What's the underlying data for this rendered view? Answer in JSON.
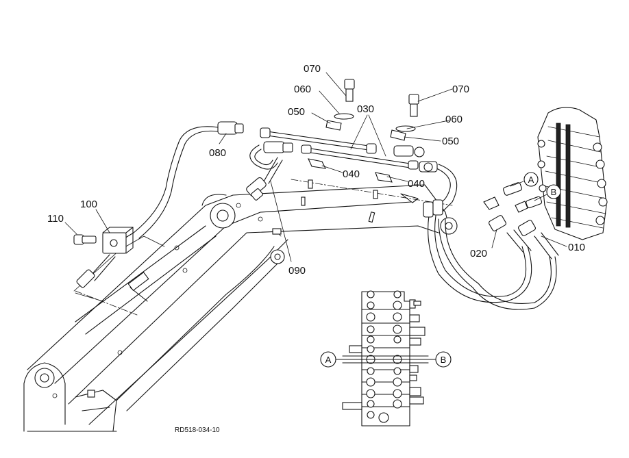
{
  "part_labels": {
    "p010": "010",
    "p020": "020",
    "p030": "030",
    "p040a": "040",
    "p040b": "040",
    "p050a": "050",
    "p050b": "050",
    "p060a": "060",
    "p060b": "060",
    "p070a": "070",
    "p070b": "070",
    "p080": "080",
    "p090": "090",
    "p100": "100",
    "p110": "110"
  },
  "port_labels": {
    "a_main": "A",
    "b_main": "B",
    "a_inset": "A",
    "b_inset": "B"
  },
  "drawing_code": "RD518-034-10"
}
